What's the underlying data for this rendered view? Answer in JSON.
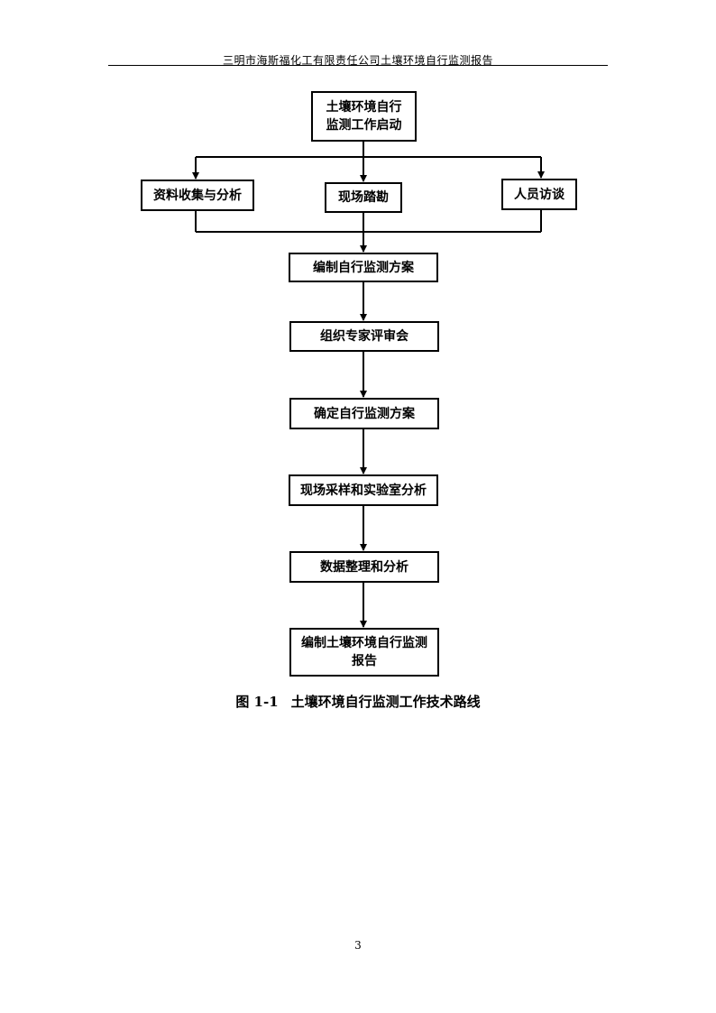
{
  "header": {
    "title": "三明市海斯福化工有限责任公司土壤环境自行监测报告"
  },
  "flowchart": {
    "start": {
      "line1": "土壤环境自行",
      "line2": "监测工作启动"
    },
    "branches": [
      "资料收集与分析",
      "现场踏勘",
      "人员访谈"
    ],
    "steps": [
      "编制自行监测方案",
      "组织专家评审会",
      "确定自行监测方案",
      "现场采样和实验室分析",
      "数据整理和分析"
    ],
    "end": {
      "line1": "编制土壤环境自行监测",
      "line2": "报告"
    }
  },
  "caption": {
    "number": "图 1-1",
    "title": "土壤环境自行监测工作技术路线"
  },
  "page_number": "3"
}
